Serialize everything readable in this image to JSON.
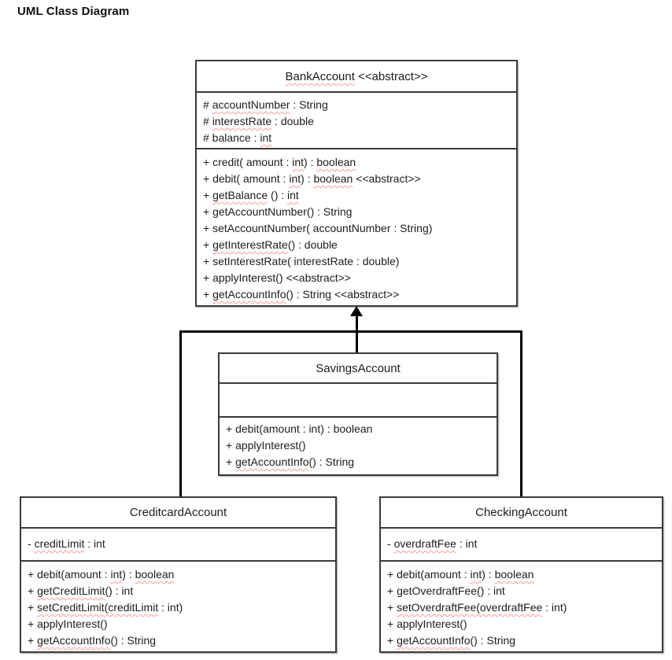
{
  "page_title": "UML Class Diagram",
  "colors": {
    "background": "#ffffff",
    "box_border": "#3a3a3a",
    "connector_line": "#000000",
    "spellcheck_squiggle": "#ff9a9a",
    "text": "#1c1c1c"
  },
  "relationship": {
    "type": "generalization-arrow",
    "parent": "BankAccount",
    "children": [
      "SavingsAccount",
      "CreditcardAccount",
      "CheckingAccount"
    ]
  },
  "classes": [
    {
      "id": "bank",
      "title_segments": [
        {
          "text": "BankAccount",
          "misspelled": true
        },
        {
          "text": " <<abstract>>",
          "misspelled": false
        }
      ],
      "attributes": [
        [
          {
            "text": "# ",
            "misspelled": false
          },
          {
            "text": "accountNumber",
            "misspelled": true
          },
          {
            "text": " : String",
            "misspelled": false
          }
        ],
        [
          {
            "text": "# ",
            "misspelled": false
          },
          {
            "text": "interestRate",
            "misspelled": true
          },
          {
            "text": " : double",
            "misspelled": false
          }
        ],
        [
          {
            "text": "# balance : ",
            "misspelled": false
          },
          {
            "text": "int",
            "misspelled": true
          }
        ]
      ],
      "methods": [
        [
          {
            "text": "+ credit( amount : ",
            "misspelled": false
          },
          {
            "text": "int",
            "misspelled": true
          },
          {
            "text": ") : ",
            "misspelled": false
          },
          {
            "text": "boolean",
            "misspelled": true
          }
        ],
        [
          {
            "text": "+ debit( amount : ",
            "misspelled": false
          },
          {
            "text": "int",
            "misspelled": true
          },
          {
            "text": ") : ",
            "misspelled": false
          },
          {
            "text": "boolean",
            "misspelled": true
          },
          {
            "text": " <<abstract>>",
            "misspelled": false
          }
        ],
        [
          {
            "text": "+ ",
            "misspelled": false
          },
          {
            "text": "getBalance",
            "misspelled": true
          },
          {
            "text": " () : ",
            "misspelled": false
          },
          {
            "text": "int",
            "misspelled": true
          }
        ],
        [
          {
            "text": "+ getAccountNumber() : String",
            "misspelled": false
          }
        ],
        [
          {
            "text": "+ setAccountNumber( accountNumber : String)",
            "misspelled": false
          }
        ],
        [
          {
            "text": "+ ",
            "misspelled": false
          },
          {
            "text": "getInterestRate",
            "misspelled": true
          },
          {
            "text": "() : double",
            "misspelled": false
          }
        ],
        [
          {
            "text": "+ setInterestRate( interestRate : double)",
            "misspelled": false
          }
        ],
        [
          {
            "text": "+ applyInterest() <<abstract>>",
            "misspelled": false
          }
        ],
        [
          {
            "text": "+ ",
            "misspelled": false
          },
          {
            "text": "getAccountInfo",
            "misspelled": true
          },
          {
            "text": "() : String <<abstract>>",
            "misspelled": false
          }
        ]
      ]
    },
    {
      "id": "savings",
      "title_segments": [
        {
          "text": "SavingsAccount",
          "misspelled": false
        }
      ],
      "attributes": [],
      "methods": [
        [
          {
            "text": "+ debit(amount : int) : boolean",
            "misspelled": false
          }
        ],
        [
          {
            "text": "+ applyInterest()",
            "misspelled": false
          }
        ],
        [
          {
            "text": "+ ",
            "misspelled": false
          },
          {
            "text": "getAccountInfo",
            "misspelled": true
          },
          {
            "text": "() : String",
            "misspelled": false
          }
        ]
      ]
    },
    {
      "id": "credit",
      "title_segments": [
        {
          "text": "CreditcardAccount",
          "misspelled": false
        }
      ],
      "attributes": [
        [
          {
            "text": "- ",
            "misspelled": false
          },
          {
            "text": "creditLimit",
            "misspelled": true
          },
          {
            "text": " : int",
            "misspelled": false
          }
        ]
      ],
      "methods": [
        [
          {
            "text": "+ debit(amount : ",
            "misspelled": false
          },
          {
            "text": "int",
            "misspelled": true
          },
          {
            "text": ") : ",
            "misspelled": false
          },
          {
            "text": "boolean",
            "misspelled": true
          }
        ],
        [
          {
            "text": "+ ",
            "misspelled": false
          },
          {
            "text": "getCreditLimit",
            "misspelled": true
          },
          {
            "text": "() : int",
            "misspelled": false
          }
        ],
        [
          {
            "text": "+ ",
            "misspelled": false
          },
          {
            "text": "setCreditLimit(creditLimit",
            "misspelled": true
          },
          {
            "text": " : int)",
            "misspelled": false
          }
        ],
        [
          {
            "text": "+ applyInterest()",
            "misspelled": false
          }
        ],
        [
          {
            "text": "+ ",
            "misspelled": false
          },
          {
            "text": "getAccountInfo",
            "misspelled": true
          },
          {
            "text": "() : String",
            "misspelled": false
          }
        ]
      ]
    },
    {
      "id": "checking",
      "title_segments": [
        {
          "text": "CheckingAccount",
          "misspelled": false
        }
      ],
      "attributes": [
        [
          {
            "text": "- ",
            "misspelled": false
          },
          {
            "text": "overdraftFee",
            "misspelled": true
          },
          {
            "text": " : int",
            "misspelled": false
          }
        ]
      ],
      "methods": [
        [
          {
            "text": "+ debit(amount : ",
            "misspelled": false
          },
          {
            "text": "int",
            "misspelled": true
          },
          {
            "text": ") : ",
            "misspelled": false
          },
          {
            "text": "boolean",
            "misspelled": true
          }
        ],
        [
          {
            "text": "+ getOverdraftFee() : int",
            "misspelled": false
          }
        ],
        [
          {
            "text": "+ ",
            "misspelled": false
          },
          {
            "text": "setOverdraftFee(overdraftFee",
            "misspelled": true
          },
          {
            "text": " : int)",
            "misspelled": false
          }
        ],
        [
          {
            "text": "+ applyInterest()",
            "misspelled": false
          }
        ],
        [
          {
            "text": "+ ",
            "misspelled": false
          },
          {
            "text": "getAccountInfo",
            "misspelled": true
          },
          {
            "text": "() : String",
            "misspelled": false
          }
        ]
      ]
    }
  ]
}
